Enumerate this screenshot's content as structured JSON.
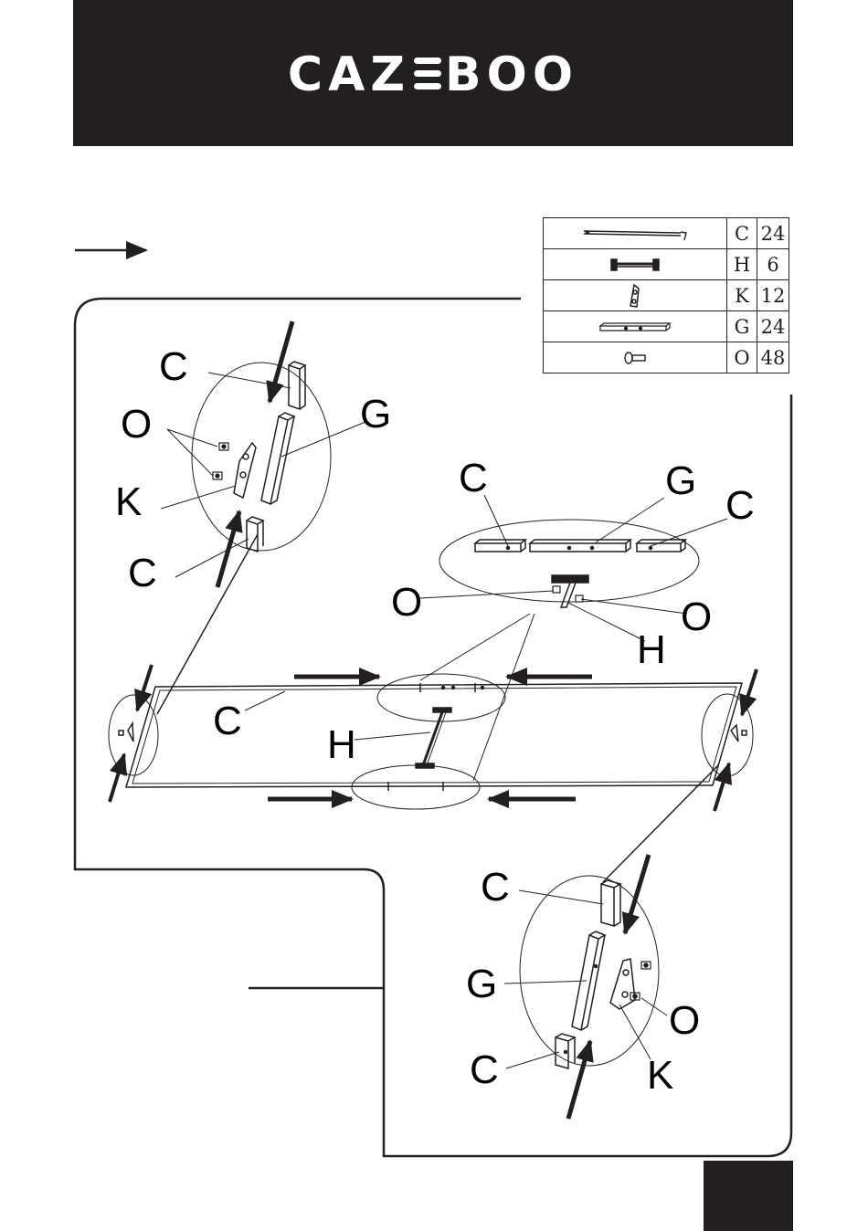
{
  "header": {
    "brand_left": "CAZ",
    "brand_right": "BOO"
  },
  "parts": [
    {
      "code": "C",
      "qty": "24",
      "icon": "long-tube-icon"
    },
    {
      "code": "H",
      "qty": "6",
      "icon": "cross-bar-icon"
    },
    {
      "code": "K",
      "qty": "12",
      "icon": "corner-bracket-icon"
    },
    {
      "code": "G",
      "qty": "24",
      "icon": "connector-bar-icon"
    },
    {
      "code": "O",
      "qty": "48",
      "icon": "bolt-icon"
    }
  ],
  "labels": {
    "tl_c_top": "C",
    "tl_o": "O",
    "tl_k": "K",
    "tl_c_bottom": "C",
    "tl_g": "G",
    "mid_c_left": "C",
    "mid_g": "G",
    "mid_c_right": "C",
    "mid_o_left": "O",
    "mid_o_right": "O",
    "mid_h": "H",
    "frame_c": "C",
    "frame_h": "H",
    "br_c_top": "C",
    "br_g": "G",
    "br_o": "O",
    "br_c_bottom": "C",
    "br_k": "K"
  },
  "colors": {
    "ink": "#231f20",
    "paper": "#ffffff"
  }
}
